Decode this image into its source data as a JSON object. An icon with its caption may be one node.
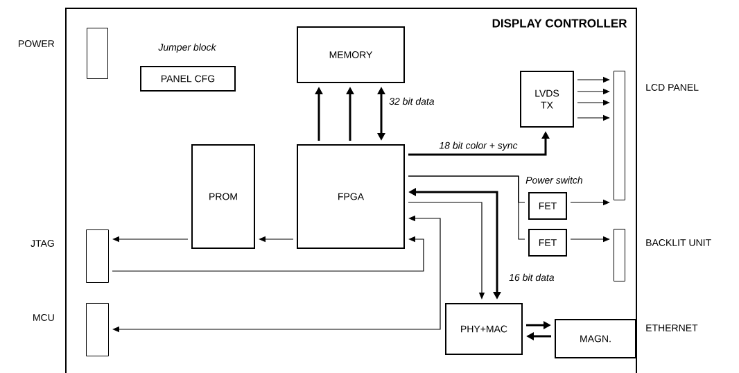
{
  "diagram": {
    "nodes": [
      {
        "text": [
          "DISPLAY CONTROLLER"
        ]
      },
      {
        "text": [],
        "shape": "box",
        "beside": [
          "POWER"
        ],
        "in": 0
      },
      {
        "text": [
          "PANEL CFG"
        ],
        "beside": [
          "Jumper block"
        ],
        "in": 0
      },
      {
        "text": [
          "MEMORY"
        ],
        "in": 0
      },
      {
        "text": [
          "LVDS TX"
        ],
        "in": 0
      },
      {
        "text": [],
        "shape": "box",
        "beside": [
          "LCD PANEL"
        ],
        "in": 0
      },
      {
        "text": [
          "PROM"
        ],
        "in": 0
      },
      {
        "text": [
          "FPGA"
        ],
        "in": 0
      },
      {
        "text": [
          "FET"
        ],
        "in": 0
      },
      {
        "text": [
          "FET"
        ],
        "in": 0
      },
      {
        "text": [],
        "shape": "box",
        "beside": [
          "JTAG"
        ],
        "in": 0
      },
      {
        "text": [],
        "shape": "box",
        "beside": [
          "BACKLIT UNIT"
        ],
        "in": 0
      },
      {
        "text": [],
        "shape": "box",
        "beside": [
          "MCU"
        ],
        "in": 0
      },
      {
        "text": [
          "PHY+MAC"
        ],
        "in": 0
      },
      {
        "text": [
          "MAGN."
        ],
        "beside": [
          "ETHERNET"
        ],
        "in": 0
      }
    ],
    "edges": [
      {
        "from": 7,
        "to": 3,
        "arrow": "to",
        "style": "thick"
      },
      {
        "from": 7,
        "to": 3,
        "arrow": "to",
        "style": "thick"
      },
      {
        "from": 7,
        "to": 3,
        "arrow": "both",
        "style": "thick",
        "label": "32 bit data"
      },
      {
        "from": 7,
        "to": 4,
        "arrow": "to",
        "style": "thick",
        "label": "18 bit color + sync"
      },
      {
        "from": 4,
        "to": 5,
        "arrow": "to"
      },
      {
        "from": 4,
        "to": 5,
        "arrow": "to"
      },
      {
        "from": 4,
        "to": 5,
        "arrow": "to"
      },
      {
        "from": 4,
        "to": 5,
        "arrow": "to"
      },
      {
        "from": 7,
        "to": 8,
        "arrow": "none"
      },
      {
        "from": 7,
        "to": 9,
        "arrow": "none"
      },
      {
        "from": 8,
        "to": 5,
        "arrow": "to"
      },
      {
        "from": 9,
        "to": 11,
        "arrow": "to"
      },
      {
        "from": 7,
        "to": 13,
        "arrow": "both",
        "style": "thick",
        "label": "16 bit data"
      },
      {
        "from": 7,
        "to": 13,
        "arrow": "to"
      },
      {
        "from": 12,
        "to": 7,
        "arrow": "both"
      },
      {
        "from": 10,
        "to": 7,
        "arrow": "to"
      },
      {
        "from": 7,
        "to": 6,
        "arrow": "to"
      },
      {
        "from": 6,
        "to": 10,
        "arrow": "to"
      },
      {
        "from": 13,
        "to": 14,
        "arrow": "to",
        "style": "thick"
      },
      {
        "from": 14,
        "to": 13,
        "arrow": "to",
        "style": "thick"
      }
    ],
    "labels": [
      "Power switch"
    ]
  }
}
